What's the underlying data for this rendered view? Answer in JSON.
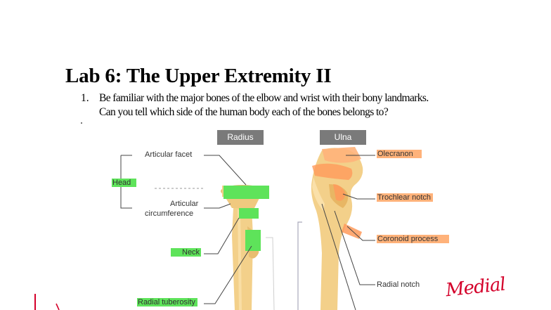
{
  "document": {
    "title": "Lab 6: The Upper Extremity II",
    "question_number": "1.",
    "question_line1": "Be familiar with the major bones of the elbow and wrist with their bony landmarks.",
    "question_line2": "Can you tell which side of the human body each of the bones belongs to?"
  },
  "figure": {
    "radius_header": "Radius",
    "ulna_header": "Ulna",
    "radius_labels": {
      "articular_facet": "Articular facet",
      "head": "Head",
      "articular_circumference_1": "Articular",
      "articular_circumference_2": "circumference",
      "neck": "Neck",
      "radial_tuberosity": "Radial tuberosity"
    },
    "ulna_labels": {
      "olecranon": "Olecranon",
      "trochlear_notch": "Trochlear notch",
      "coronoid_process": "Coronoid process",
      "radial_notch": "Radial notch"
    },
    "handwritten_note": "Medial",
    "colors": {
      "highlight_green": "#5ee35a",
      "highlight_orange": "#ffb27a",
      "bone": "#f3d08a",
      "header_gray": "#7a7a7a",
      "ink_red": "#d4002a"
    }
  }
}
